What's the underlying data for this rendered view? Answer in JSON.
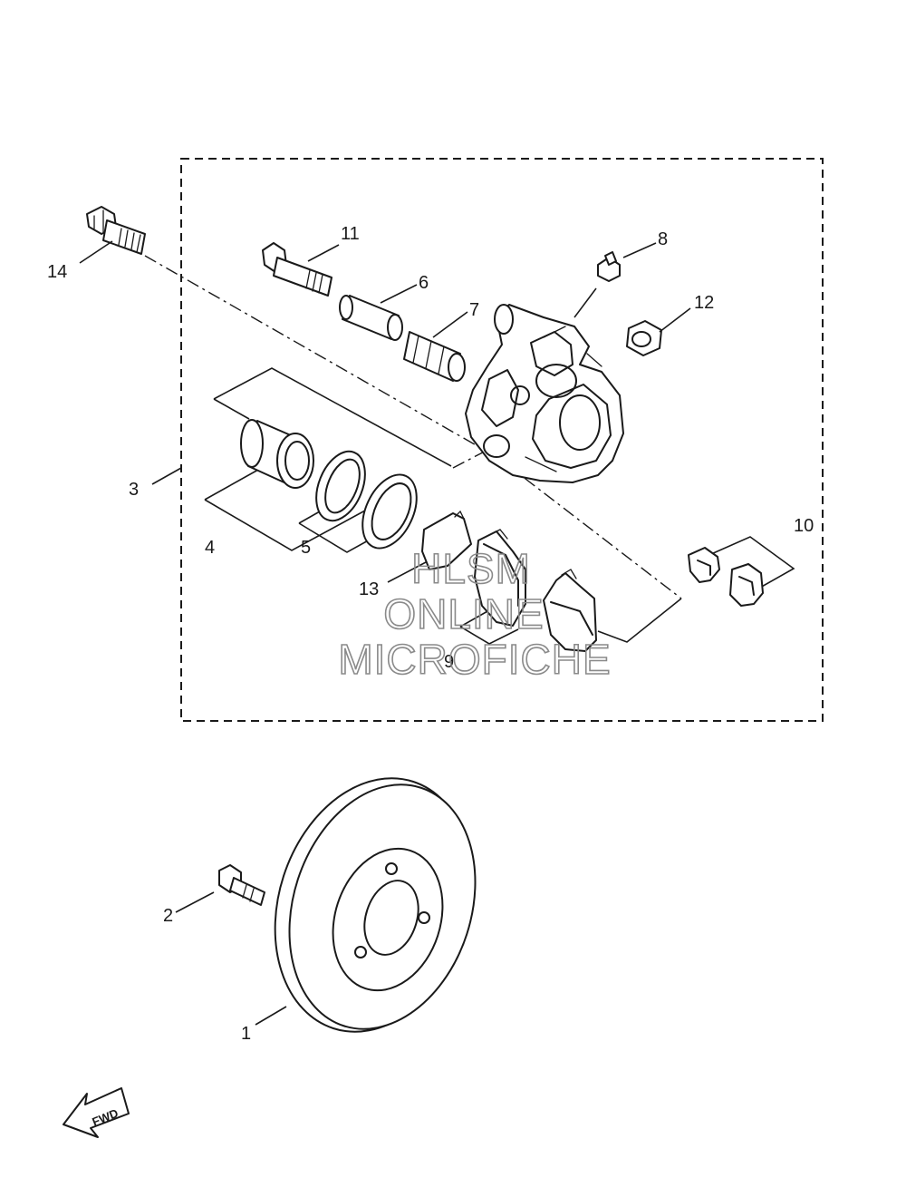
{
  "diagram": {
    "callouts": [
      "1",
      "2",
      "3",
      "4",
      "5",
      "6",
      "7",
      "8",
      "9",
      "10",
      "11",
      "12",
      "13",
      "14"
    ],
    "direction_label": "FWD",
    "watermark": {
      "line1": "HLSM",
      "line2": "ONLINE",
      "line3": "MICROFICHE"
    }
  }
}
